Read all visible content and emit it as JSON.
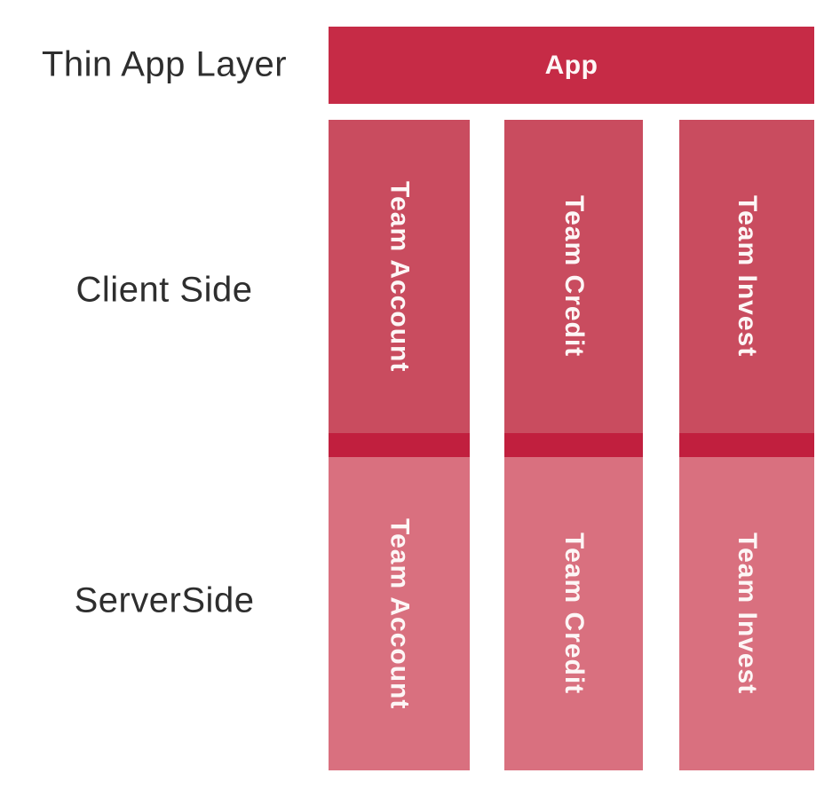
{
  "labels": {
    "thin_app_layer": "Thin App Layer",
    "client_side": "Client Side",
    "server_side": "ServerSide"
  },
  "app_bar": {
    "label": "App"
  },
  "columns": [
    {
      "name": "Team Account",
      "client_label": "Team Account",
      "server_label": "Team Account"
    },
    {
      "name": "Team Credit",
      "client_label": "Team Credit",
      "server_label": "Team Credit"
    },
    {
      "name": "Team Invest",
      "client_label": "Team Invest",
      "server_label": "Team Invest"
    }
  ],
  "colors": {
    "background": "#FFFFFF",
    "app_bar": "#C62B46",
    "client_segment": "#C94C5F",
    "separator": "#C11F3E",
    "server_segment": "#D9707F",
    "bar_text": "#FDF6F6",
    "label_text": "#2E2E2E"
  }
}
